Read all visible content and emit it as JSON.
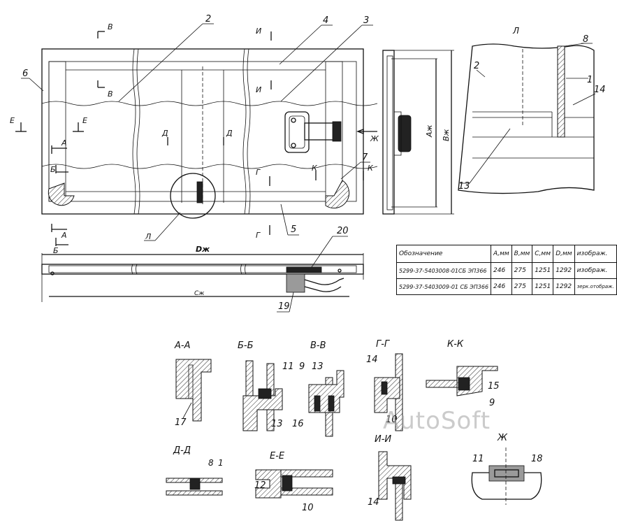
{
  "labels": {
    "view_l": "Л",
    "section_b": "В",
    "section_i": "И",
    "section_e": "Е",
    "section_d": "Д",
    "section_a": "А",
    "section_bb": "Б",
    "section_g": "Г",
    "section_k": "К",
    "section_zh": "Ж",
    "callout_l": "Л",
    "dim_d": "Dж",
    "dim_c": "Сж",
    "dim_a": "Аж",
    "dim_b": "Вж"
  },
  "parts": {
    "p1": "1",
    "p2": "2",
    "p3": "3",
    "p4": "4",
    "p5": "5",
    "p6": "6",
    "p7": "7",
    "p8": "8",
    "p9": "9",
    "p10": "10",
    "p11": "11",
    "p12": "12",
    "p13": "13",
    "p14": "14",
    "p15": "15",
    "p16": "16",
    "p17": "17",
    "p18": "18",
    "p19": "19",
    "p20": "20"
  },
  "sections": {
    "aa": "А-А",
    "bb": "Б-Б",
    "vv": "В-В",
    "gg": "Г-Г",
    "kk": "К-К",
    "dd": "Д-Д",
    "ee": "Е-Е",
    "ii": "И-И",
    "zh": "Ж"
  },
  "table": {
    "headers": [
      "Обозначение",
      "А,мм",
      "В,мм",
      "С,мм",
      "D,мм",
      "изображ."
    ],
    "rows": [
      [
        "5299-37-5403008-01СБ ЭП366",
        "246",
        "275",
        "1251",
        "1292",
        "изображ."
      ],
      [
        "5299-37-5403009-01 СБ ЭП366",
        "246",
        "275",
        "1251",
        "1292",
        "зерк.отображ."
      ]
    ]
  },
  "watermark": "AutoSoft"
}
